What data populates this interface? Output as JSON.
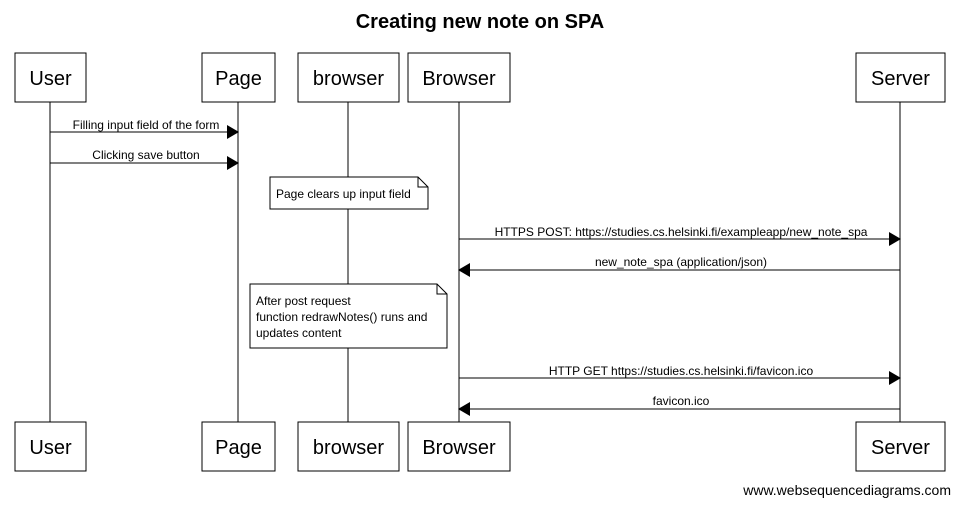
{
  "title": "Creating new note on SPA",
  "participants": [
    {
      "id": "user",
      "label": "User"
    },
    {
      "id": "page",
      "label": "Page"
    },
    {
      "id": "browser-lower",
      "label": "browser"
    },
    {
      "id": "browser",
      "label": "Browser"
    },
    {
      "id": "server",
      "label": "Server"
    }
  ],
  "messages": [
    {
      "label": "Filling input field of the form"
    },
    {
      "label": "Clicking save button"
    },
    {
      "label": "HTTPS POST: https://studies.cs.helsinki.fi/exampleapp/new_note_spa"
    },
    {
      "label": "new_note_spa (application/json)"
    },
    {
      "label": "HTTP GET https://studies.cs.helsinki.fi/favicon.ico"
    },
    {
      "label": "favicon.ico"
    }
  ],
  "notes": [
    {
      "lines": [
        "Page clears up input field"
      ]
    },
    {
      "lines": [
        "After post request",
        "function redrawNotes() runs and",
        "updates content"
      ]
    }
  ],
  "watermark": "www.websequencediagrams.com"
}
